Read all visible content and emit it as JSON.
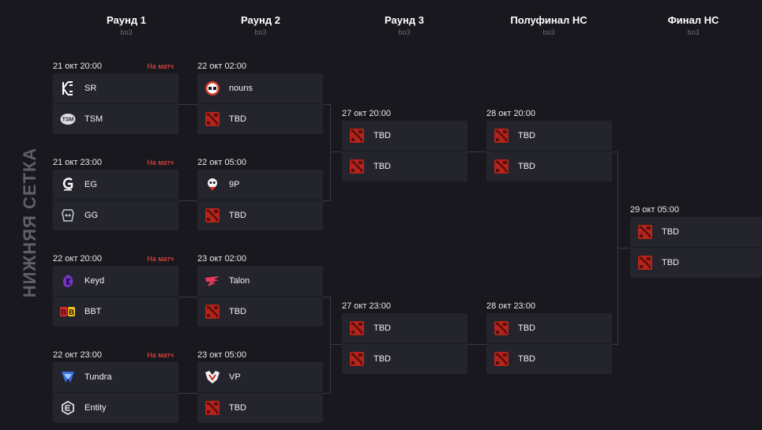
{
  "side_label": "НИЖНЯЯ СЕТКА",
  "rounds": [
    {
      "title": "Раунд 1",
      "format": "bo3"
    },
    {
      "title": "Раунд 2",
      "format": "bo3"
    },
    {
      "title": "Раунд 3",
      "format": "bo3"
    },
    {
      "title": "Полуфинал НС",
      "format": "bo3"
    },
    {
      "title": "Финал НС",
      "format": "bo3"
    }
  ],
  "match_link": "На матч",
  "matches": [
    {
      "date": "21 окт 20:00",
      "link": "На матч",
      "teams": [
        {
          "name": "SR",
          "icon": "sr-logo-icon"
        },
        {
          "name": "TSM",
          "icon": "tsm-logo-icon"
        }
      ]
    },
    {
      "date": "21 окт 23:00",
      "link": "На матч",
      "teams": [
        {
          "name": "EG",
          "icon": "eg-logo-icon"
        },
        {
          "name": "GG",
          "icon": "gg-logo-icon"
        }
      ]
    },
    {
      "date": "22 окт 20:00",
      "link": "На матч",
      "teams": [
        {
          "name": "Keyd",
          "icon": "keyd-logo-icon"
        },
        {
          "name": "BBT",
          "icon": "bbt-logo-icon"
        }
      ]
    },
    {
      "date": "22 окт 23:00",
      "link": "На матч",
      "teams": [
        {
          "name": "Tundra",
          "icon": "tundra-logo-icon"
        },
        {
          "name": "Entity",
          "icon": "entity-logo-icon"
        }
      ]
    },
    {
      "date": "22 окт 02:00",
      "teams": [
        {
          "name": "nouns",
          "icon": "nouns-logo-icon"
        },
        {
          "name": "TBD",
          "icon": "dota-logo-icon"
        }
      ]
    },
    {
      "date": "22 окт 05:00",
      "teams": [
        {
          "name": "9P",
          "icon": "9p-logo-icon"
        },
        {
          "name": "TBD",
          "icon": "dota-logo-icon"
        }
      ]
    },
    {
      "date": "23 окт 02:00",
      "teams": [
        {
          "name": "Talon",
          "icon": "talon-logo-icon"
        },
        {
          "name": "TBD",
          "icon": "dota-logo-icon"
        }
      ]
    },
    {
      "date": "23 окт 05:00",
      "teams": [
        {
          "name": "VP",
          "icon": "vp-logo-icon"
        },
        {
          "name": "TBD",
          "icon": "dota-logo-icon"
        }
      ]
    },
    {
      "date": "27 окт 20:00",
      "teams": [
        {
          "name": "TBD",
          "icon": "dota-logo-icon"
        },
        {
          "name": "TBD",
          "icon": "dota-logo-icon"
        }
      ]
    },
    {
      "date": "27 окт 23:00",
      "teams": [
        {
          "name": "TBD",
          "icon": "dota-logo-icon"
        },
        {
          "name": "TBD",
          "icon": "dota-logo-icon"
        }
      ]
    },
    {
      "date": "28 окт 20:00",
      "teams": [
        {
          "name": "TBD",
          "icon": "dota-logo-icon"
        },
        {
          "name": "TBD",
          "icon": "dota-logo-icon"
        }
      ]
    },
    {
      "date": "28 окт 23:00",
      "teams": [
        {
          "name": "TBD",
          "icon": "dota-logo-icon"
        },
        {
          "name": "TBD",
          "icon": "dota-logo-icon"
        }
      ]
    },
    {
      "date": "29 окт 05:00",
      "teams": [
        {
          "name": "TBD",
          "icon": "dota-logo-icon"
        },
        {
          "name": "TBD",
          "icon": "dota-logo-icon"
        }
      ]
    }
  ],
  "colors": {
    "background": "#18181e",
    "card": "#24242c",
    "link": "#ff4a4a",
    "tbd_logo": "#b3241c"
  }
}
